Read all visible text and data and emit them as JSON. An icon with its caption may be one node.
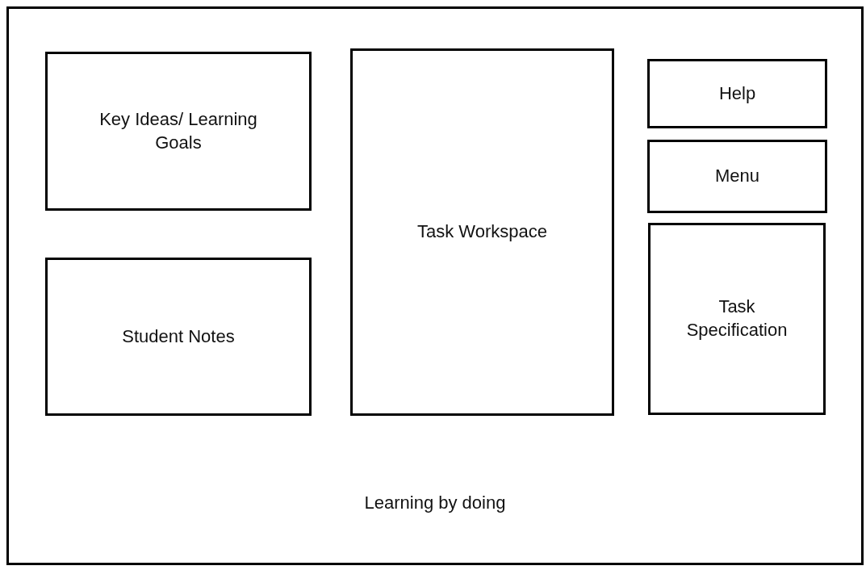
{
  "diagram": {
    "nodes": [
      {
        "text": [
          "Learning by doing"
        ]
      },
      {
        "text": [
          "Key Ideas/ Learning Goals"
        ],
        "in": 0
      },
      {
        "text": [
          "Task Workspace"
        ],
        "in": 0
      },
      {
        "text": [
          "Help"
        ],
        "in": 0
      },
      {
        "text": [
          "Menu"
        ],
        "in": 0
      },
      {
        "text": [
          "Student Notes"
        ],
        "in": 0
      },
      {
        "text": [
          "Task Specification"
        ],
        "in": 0
      }
    ]
  }
}
